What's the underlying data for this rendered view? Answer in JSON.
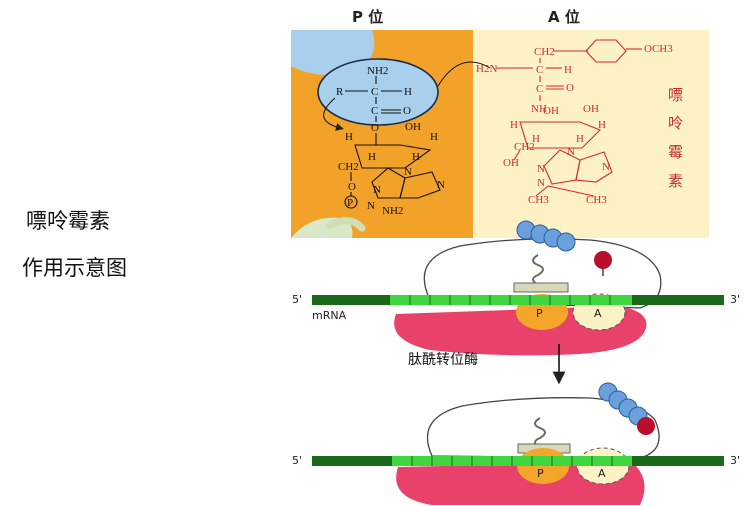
{
  "title": {
    "line1": "嘌呤霉素",
    "line2": "作用示意图"
  },
  "top_panel": {
    "p_site_label": "P 位",
    "a_site_label": "A 位",
    "side_label": [
      "嘌",
      "呤",
      "霉",
      "素"
    ],
    "p_chem": {
      "nh2": "NH2",
      "r": "R",
      "c": "C",
      "h": "H",
      "o_eq": "O",
      "o_link": "O",
      "oh": "OH",
      "ch2": "CH2",
      "p": "P",
      "adenine_nh2": "NH2",
      "n": "N"
    },
    "a_chem": {
      "h2n": "H2N",
      "ch2": "CH2",
      "och3": "OCH3",
      "nh": "NH",
      "oh": "OH",
      "ch3": "CH3",
      "n": "N",
      "h": "H",
      "o": "O",
      "c": "C"
    }
  },
  "ribosome1": {
    "five_prime": "5'",
    "three_prime": "3'",
    "mrna": "mRNA",
    "p": "P",
    "a": "A"
  },
  "arrow_label": "肽酰转位酶",
  "ribosome2": {
    "five_prime": "5'",
    "three_prime": "3'",
    "p": "P",
    "a": "A"
  },
  "colors": {
    "p_bg": "#f3a229",
    "a_bg": "#fdf2c6",
    "blue_ball": "#a8d0ec",
    "red_text": "#d42a2a",
    "mrna_bright": "#3fd63f",
    "mrna_dark": "#1a6a1a",
    "ribosome_red": "#e8416a",
    "site_orange": "#f4a62a"
  }
}
